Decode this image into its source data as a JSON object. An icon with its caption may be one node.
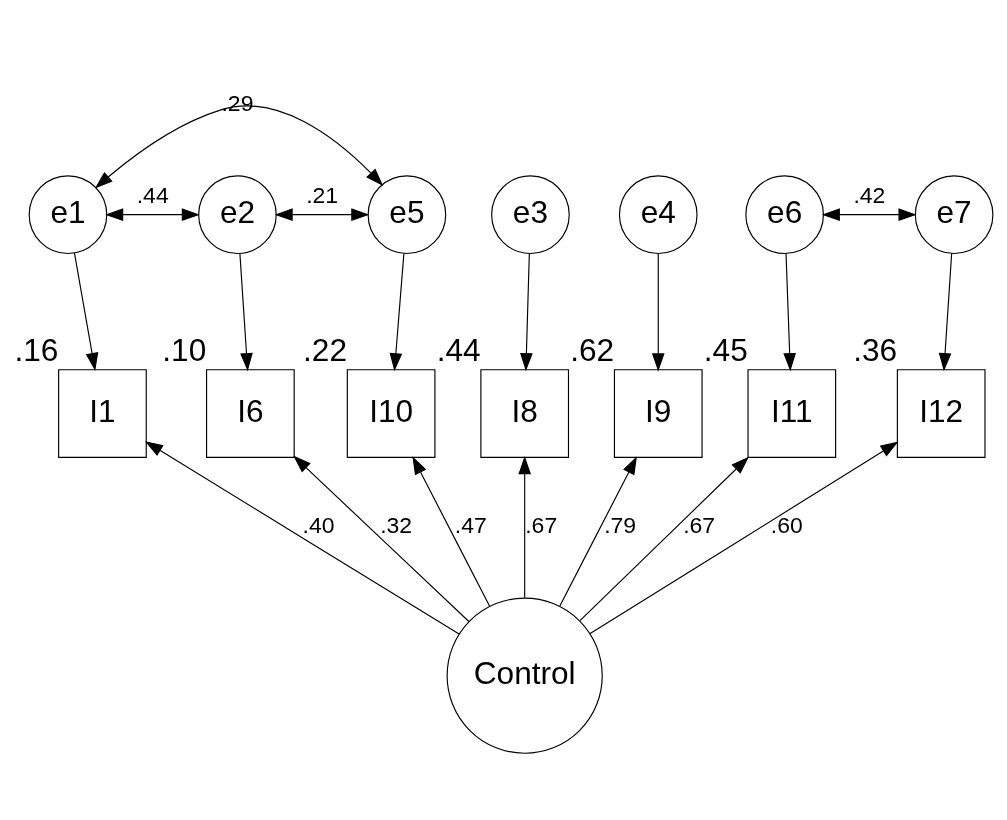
{
  "diagram": {
    "nodes": [
      {
        "text": [
          "e1"
        ]
      },
      {
        "text": [
          "e2"
        ]
      },
      {
        "text": [
          "e3"
        ]
      },
      {
        "text": [
          "e4"
        ]
      },
      {
        "text": [
          "e5"
        ]
      },
      {
        "text": [
          "e6"
        ]
      },
      {
        "text": [
          "e7"
        ]
      },
      {
        "text": [
          "I1"
        ],
        "beside": [
          ".16"
        ]
      },
      {
        "text": [
          "I6"
        ],
        "beside": [
          ".10"
        ]
      },
      {
        "text": [
          "I8"
        ],
        "beside": [
          ".44"
        ]
      },
      {
        "text": [
          "I9"
        ],
        "beside": [
          ".62"
        ]
      },
      {
        "text": [
          "I10"
        ],
        "beside": [
          ".22"
        ]
      },
      {
        "text": [
          "I11"
        ],
        "beside": [
          ".45"
        ]
      },
      {
        "text": [
          "I12"
        ],
        "beside": [
          ".36"
        ]
      },
      {
        "text": [
          "Control"
        ]
      }
    ],
    "edges": [
      {
        "from": 0,
        "to": 7,
        "arrow": "to"
      },
      {
        "from": 1,
        "to": 8,
        "arrow": "to"
      },
      {
        "from": 2,
        "to": 9,
        "arrow": "to"
      },
      {
        "from": 3,
        "to": 10,
        "arrow": "to"
      },
      {
        "from": 4,
        "to": 11,
        "arrow": "to"
      },
      {
        "from": 5,
        "to": 12,
        "arrow": "to"
      },
      {
        "from": 6,
        "to": 13,
        "arrow": "to"
      },
      {
        "from": 14,
        "to": 7,
        "arrow": "to",
        "label": ".40"
      },
      {
        "from": 14,
        "to": 8,
        "arrow": "to",
        "label": ".32"
      },
      {
        "from": 14,
        "to": 9,
        "arrow": "to",
        "label": ".67"
      },
      {
        "from": 14,
        "to": 10,
        "arrow": "to",
        "label": ".79"
      },
      {
        "from": 14,
        "to": 11,
        "arrow": "to",
        "label": ".47"
      },
      {
        "from": 14,
        "to": 12,
        "arrow": "to",
        "label": ".67"
      },
      {
        "from": 14,
        "to": 13,
        "arrow": "to",
        "label": ".60"
      },
      {
        "from": 0,
        "to": 4,
        "arrow": "both",
        "label": ".29"
      },
      {
        "from": 1,
        "to": 4,
        "arrow": "both",
        "label": ".21"
      },
      {
        "from": 0,
        "to": 1,
        "arrow": "both",
        "label": ".44"
      },
      {
        "from": 5,
        "to": 6,
        "arrow": "both",
        "label": ".42"
      }
    ]
  }
}
